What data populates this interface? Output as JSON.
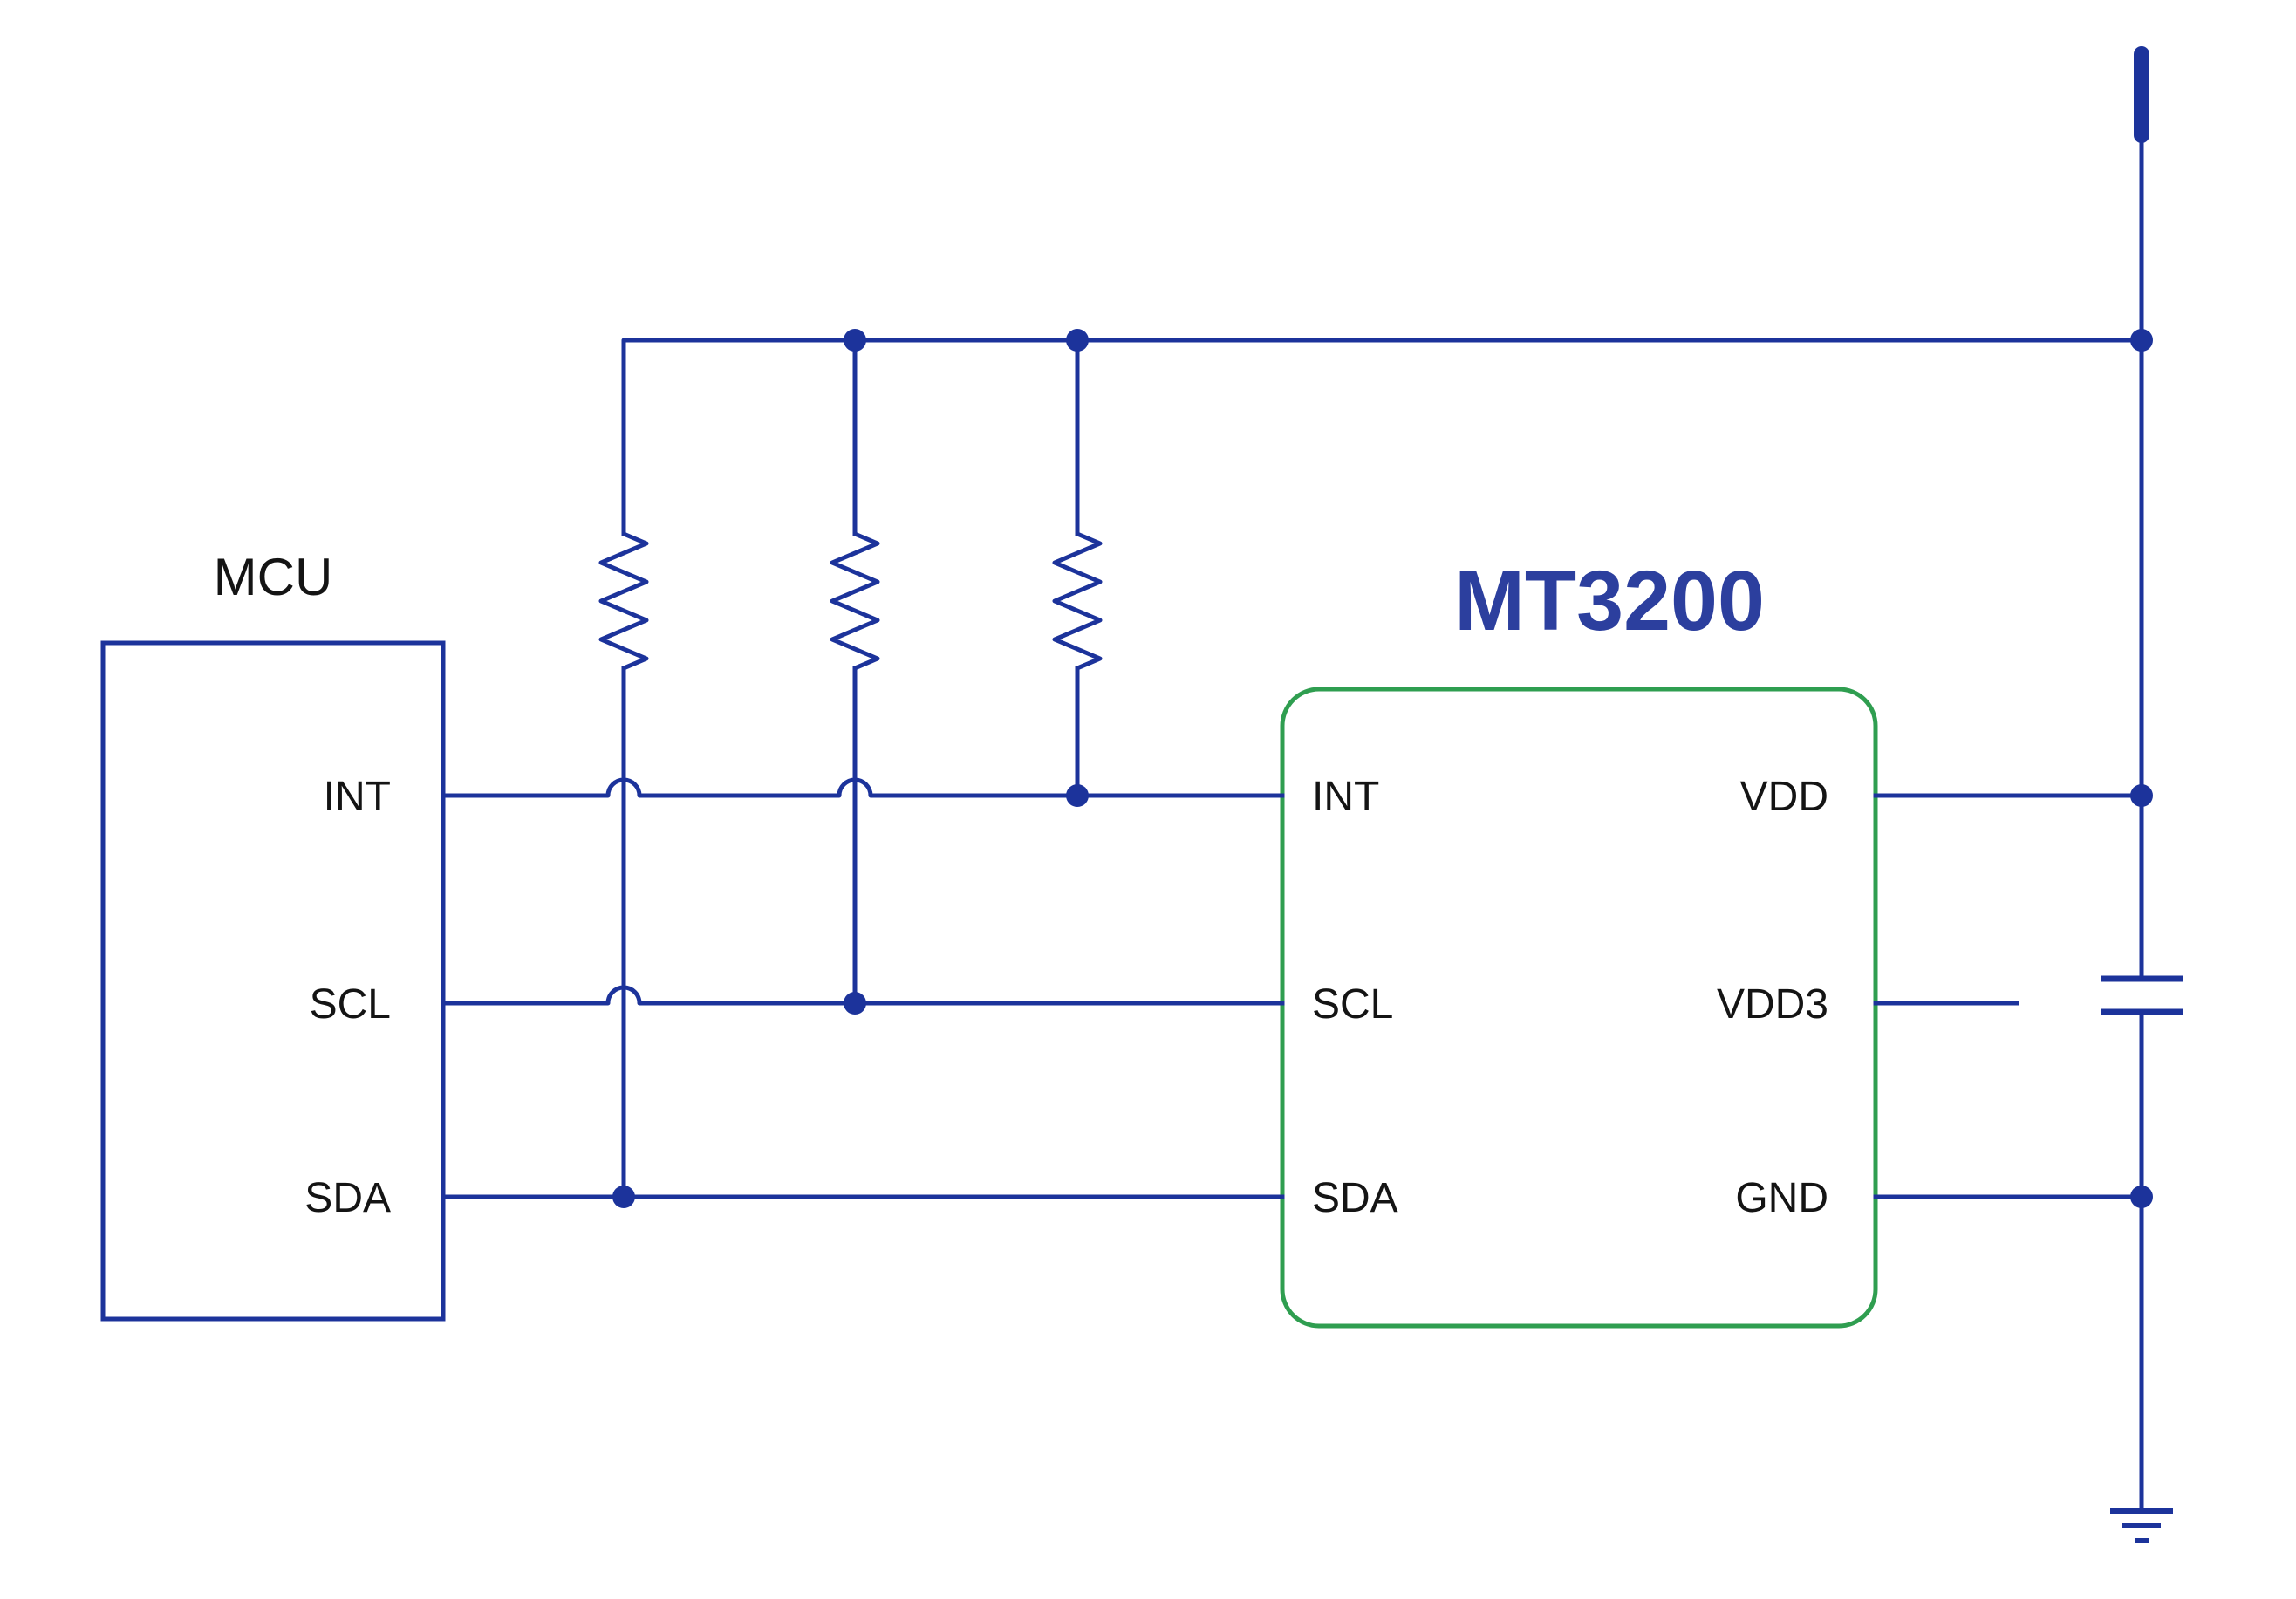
{
  "colors": {
    "wire": "#1c339b",
    "chip_outline": "#2f9e50",
    "pin_text": "#141414",
    "chip_title": "#2c3f9e",
    "background": "#ffffff"
  },
  "mcu": {
    "label": "MCU",
    "pins": [
      "INT",
      "SCL",
      "SDA"
    ]
  },
  "chip": {
    "title": "MT3200",
    "left_pins": [
      "INT",
      "SCL",
      "SDA"
    ],
    "right_pins": [
      "VDD",
      "VDD3",
      "GND"
    ]
  },
  "components": {
    "pullup_resistors": [
      {
        "icon": "resistor-icon",
        "net": "SDA"
      },
      {
        "icon": "resistor-icon",
        "net": "SCL"
      },
      {
        "icon": "resistor-icon",
        "net": "INT"
      }
    ],
    "power_symbol": "supply-bar-icon",
    "capacitor": "capacitor-icon",
    "ground_symbol": "ground-icon"
  }
}
